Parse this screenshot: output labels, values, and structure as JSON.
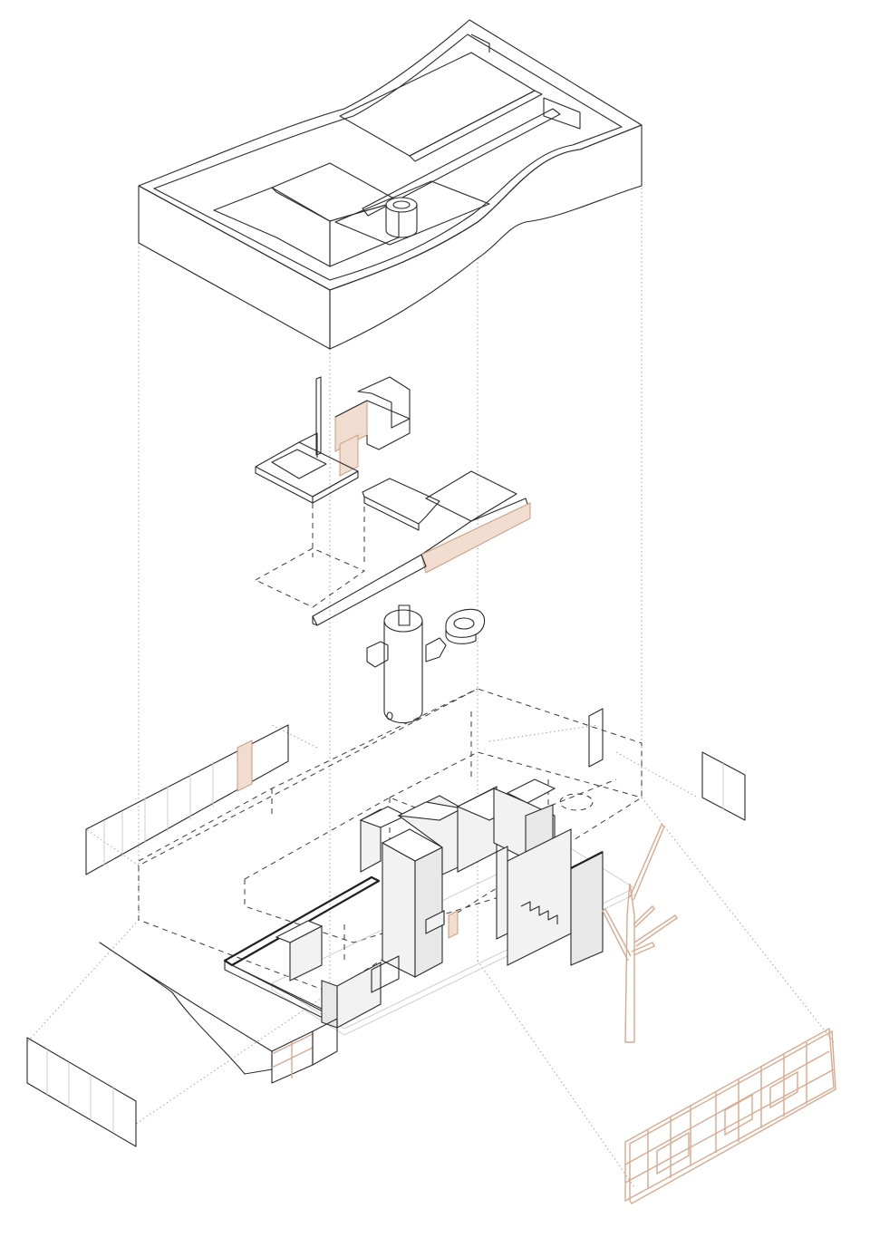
{
  "diagram": {
    "view": "exploded-axonometric",
    "components": [
      {
        "id": "roof",
        "icon": "roof-volume-icon"
      },
      {
        "id": "upper-floor",
        "icon": "floor-slab-icon"
      },
      {
        "id": "ramp",
        "icon": "ramp-icon"
      },
      {
        "id": "cylinder",
        "icon": "cylindrical-core-icon"
      },
      {
        "id": "basin",
        "icon": "basin-icon"
      },
      {
        "id": "ground-floor",
        "icon": "ground-floor-walls-icon"
      },
      {
        "id": "tree",
        "icon": "tree-icon"
      },
      {
        "id": "timber-screen",
        "icon": "timber-frame-icon"
      },
      {
        "id": "facade-panels",
        "icon": "facade-panel-icon"
      }
    ],
    "colors": {
      "line": "#2a2a2a",
      "projection": "#9a9a9a",
      "wood": "#d9a98e",
      "fill": "#f2f2f2",
      "background": "#ffffff"
    }
  }
}
